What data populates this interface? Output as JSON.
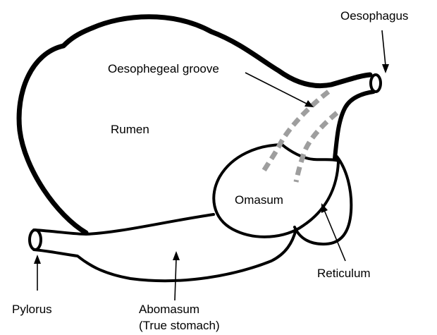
{
  "diagram": {
    "labels": {
      "oesophagus": "Oesophagus",
      "oesophageal_groove": "Oesophegeal groove",
      "rumen": "Rumen",
      "omasum": "Omasum",
      "reticulum": "Reticulum",
      "pylorus": "Pylorus",
      "abomasum": "Abomasum",
      "abomasum_note": "(True stomach)"
    },
    "colors": {
      "outline": "#000000",
      "groove": "#9e9e9e",
      "background": "#ffffff"
    }
  }
}
